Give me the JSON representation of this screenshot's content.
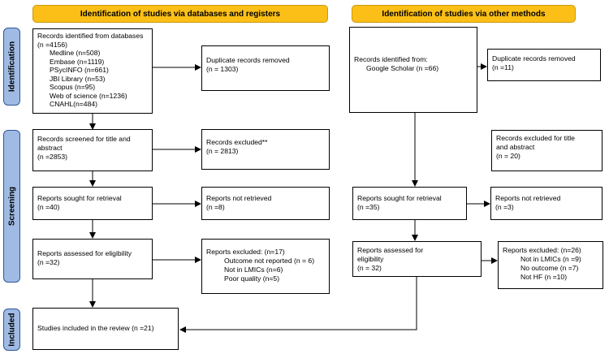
{
  "headers": {
    "left": "Identification of studies via databases and registers",
    "right": "Identification of studies via other methods"
  },
  "phases": {
    "identification": "Identification",
    "screening": "Screening",
    "included": "Included"
  },
  "left": {
    "identified": {
      "title": "Records identified from databases",
      "n": "(n =4156)",
      "sources": [
        "Medline (n=508)",
        "Embase (n=1119)",
        "PSycINFO (n=661)",
        "JBI Library (n=53)",
        "Scopus (n=95)",
        "Web of science (n=1236)",
        "CNAHL(n=484)"
      ]
    },
    "duplicates": [
      "Duplicate records removed",
      "(n = 1303)"
    ],
    "screened": [
      "Records screened for title and",
      "abstract",
      "(n =2853)"
    ],
    "excluded": [
      "Records excluded**",
      "(n = 2813)"
    ],
    "sought": [
      "Reports sought for retrieval",
      "(n =40)"
    ],
    "not_retrieved": [
      "Reports not retrieved",
      "(n =8)"
    ],
    "assessed": [
      "Reports assessed for eligibility",
      "(n =32)"
    ],
    "reports_excluded": {
      "title": "Reports excluded: (n=17)",
      "reasons": [
        "Outcome not reported (n = 6)",
        "Not in LMICs (n=6)",
        "Poor quality (n=5)"
      ]
    },
    "included": "Studies included in the review (n =21)"
  },
  "right": {
    "identified": [
      "Records identified from:",
      "Google Scholar (n =66)"
    ],
    "duplicates": [
      "Duplicate records removed",
      "(n =11)"
    ],
    "excluded": [
      "Records excluded for title",
      "and abstract",
      "(n = 20)"
    ],
    "sought": [
      "Reports sought for retrieval",
      "(n =35)"
    ],
    "not_retrieved": [
      "Reports not retrieved",
      "(n =3)"
    ],
    "assessed": [
      "Reports assessed for",
      "eligibility",
      "(n = 32)"
    ],
    "reports_excluded": {
      "title": "Reports excluded: (n=26)",
      "reasons": [
        "Not in LMICs (n =9)",
        "No outcome (n =7)",
        "Not HF (n =10)"
      ]
    }
  }
}
